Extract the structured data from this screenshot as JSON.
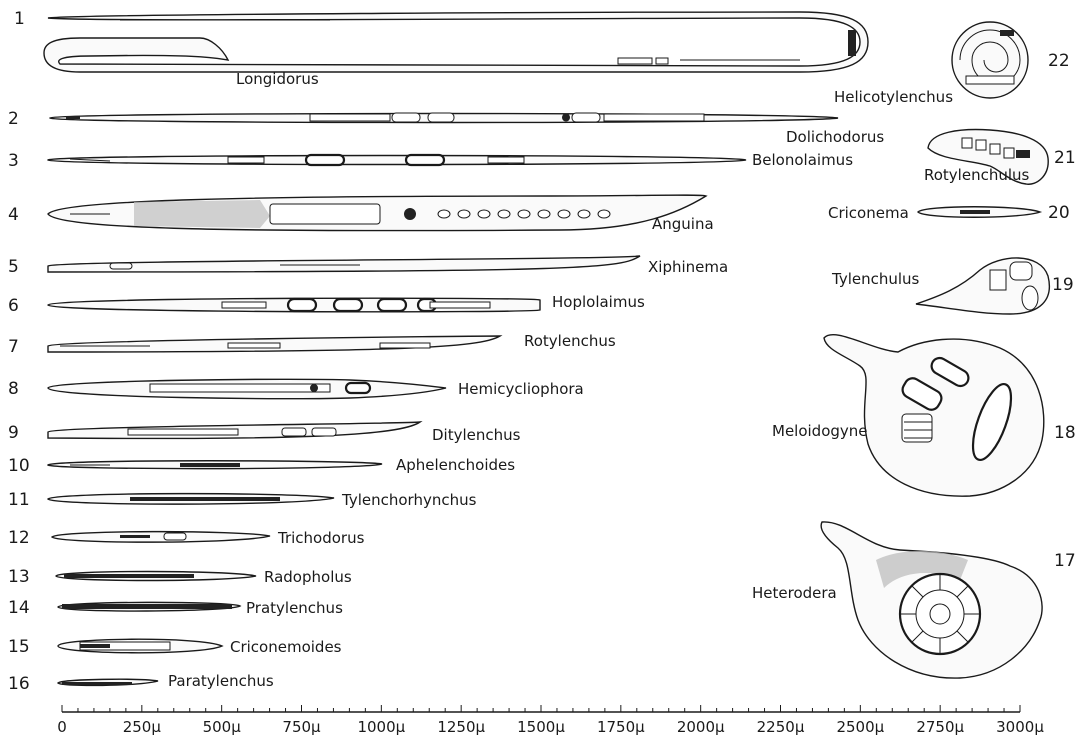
{
  "figure": {
    "worms": [
      {
        "num": "1",
        "name": "Longidorus"
      },
      {
        "num": "2",
        "name": "Dolichodorus"
      },
      {
        "num": "3",
        "name": "Belonolaimus"
      },
      {
        "num": "4",
        "name": "Anguina"
      },
      {
        "num": "5",
        "name": "Xiphinema"
      },
      {
        "num": "6",
        "name": "Hoplolaimus"
      },
      {
        "num": "7",
        "name": "Rotylenchus"
      },
      {
        "num": "8",
        "name": "Hemicycliophora"
      },
      {
        "num": "9",
        "name": "Ditylenchus"
      },
      {
        "num": "10",
        "name": "Aphelenchoides"
      },
      {
        "num": "11",
        "name": "Tylenchorhynchus"
      },
      {
        "num": "12",
        "name": "Trichodorus"
      },
      {
        "num": "13",
        "name": "Radopholus"
      },
      {
        "num": "14",
        "name": "Pratylenchus"
      },
      {
        "num": "15",
        "name": "Criconemoides"
      },
      {
        "num": "16",
        "name": "Paratylenchus"
      }
    ],
    "side": [
      {
        "num": "22",
        "name": "Helicotylenchus"
      },
      {
        "num": "21",
        "name": "Rotylenchulus"
      },
      {
        "num": "20",
        "name": "Criconema"
      },
      {
        "num": "19",
        "name": "Tylenchulus"
      },
      {
        "num": "18",
        "name": "Meloidogyne"
      },
      {
        "num": "17",
        "name": "Heterodera"
      }
    ],
    "scale_ticks": [
      "0",
      "250μ",
      "500μ",
      "750μ",
      "1000μ",
      "1250μ",
      "1500μ",
      "1750μ",
      "2000μ",
      "2250μ",
      "2500μ",
      "2750μ",
      "3000μ"
    ]
  }
}
